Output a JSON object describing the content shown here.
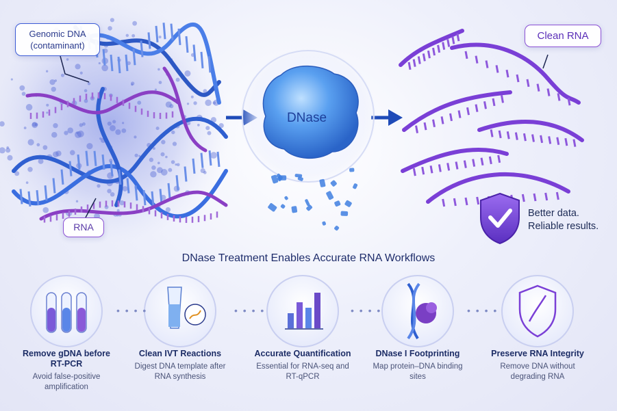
{
  "labels": {
    "genomic_dna": "Genomic DNA (contaminant)",
    "rna": "RNA",
    "enzyme": "DNase",
    "clean_rna": "Clean RNA",
    "result_line1": "Better data.",
    "result_line2": "Reliable results."
  },
  "section_title": "DNase Treatment Enables Accurate RNA Workflows",
  "applications": [
    {
      "title": "Remove gDNA before RT-PCR",
      "description": "Avoid false-positive amplification",
      "icon": "test-tubes-icon"
    },
    {
      "title": "Clean IVT Reactions",
      "description": "Digest DNA template after RNA synthesis",
      "icon": "microtube-icon"
    },
    {
      "title": "Accurate Quantification",
      "description": "Essential for RNA-seq and RT-qPCR",
      "icon": "bar-chart-icon"
    },
    {
      "title": "DNase I Footprinting",
      "description": "Map protein–DNA binding sites",
      "icon": "dna-protein-icon"
    },
    {
      "title": "Preserve RNA Integrity",
      "description": "Remove DNA without degrading RNA",
      "icon": "shield-rna-icon"
    }
  ],
  "separator": "• • • •",
  "colors": {
    "dna_blue": "#2f5fd0",
    "rna_purple": "#8a3fc4",
    "clean_rna": "#7a3fd6",
    "enzyme_blue": "#3f86e6",
    "title_navy": "#1f2d6b"
  }
}
